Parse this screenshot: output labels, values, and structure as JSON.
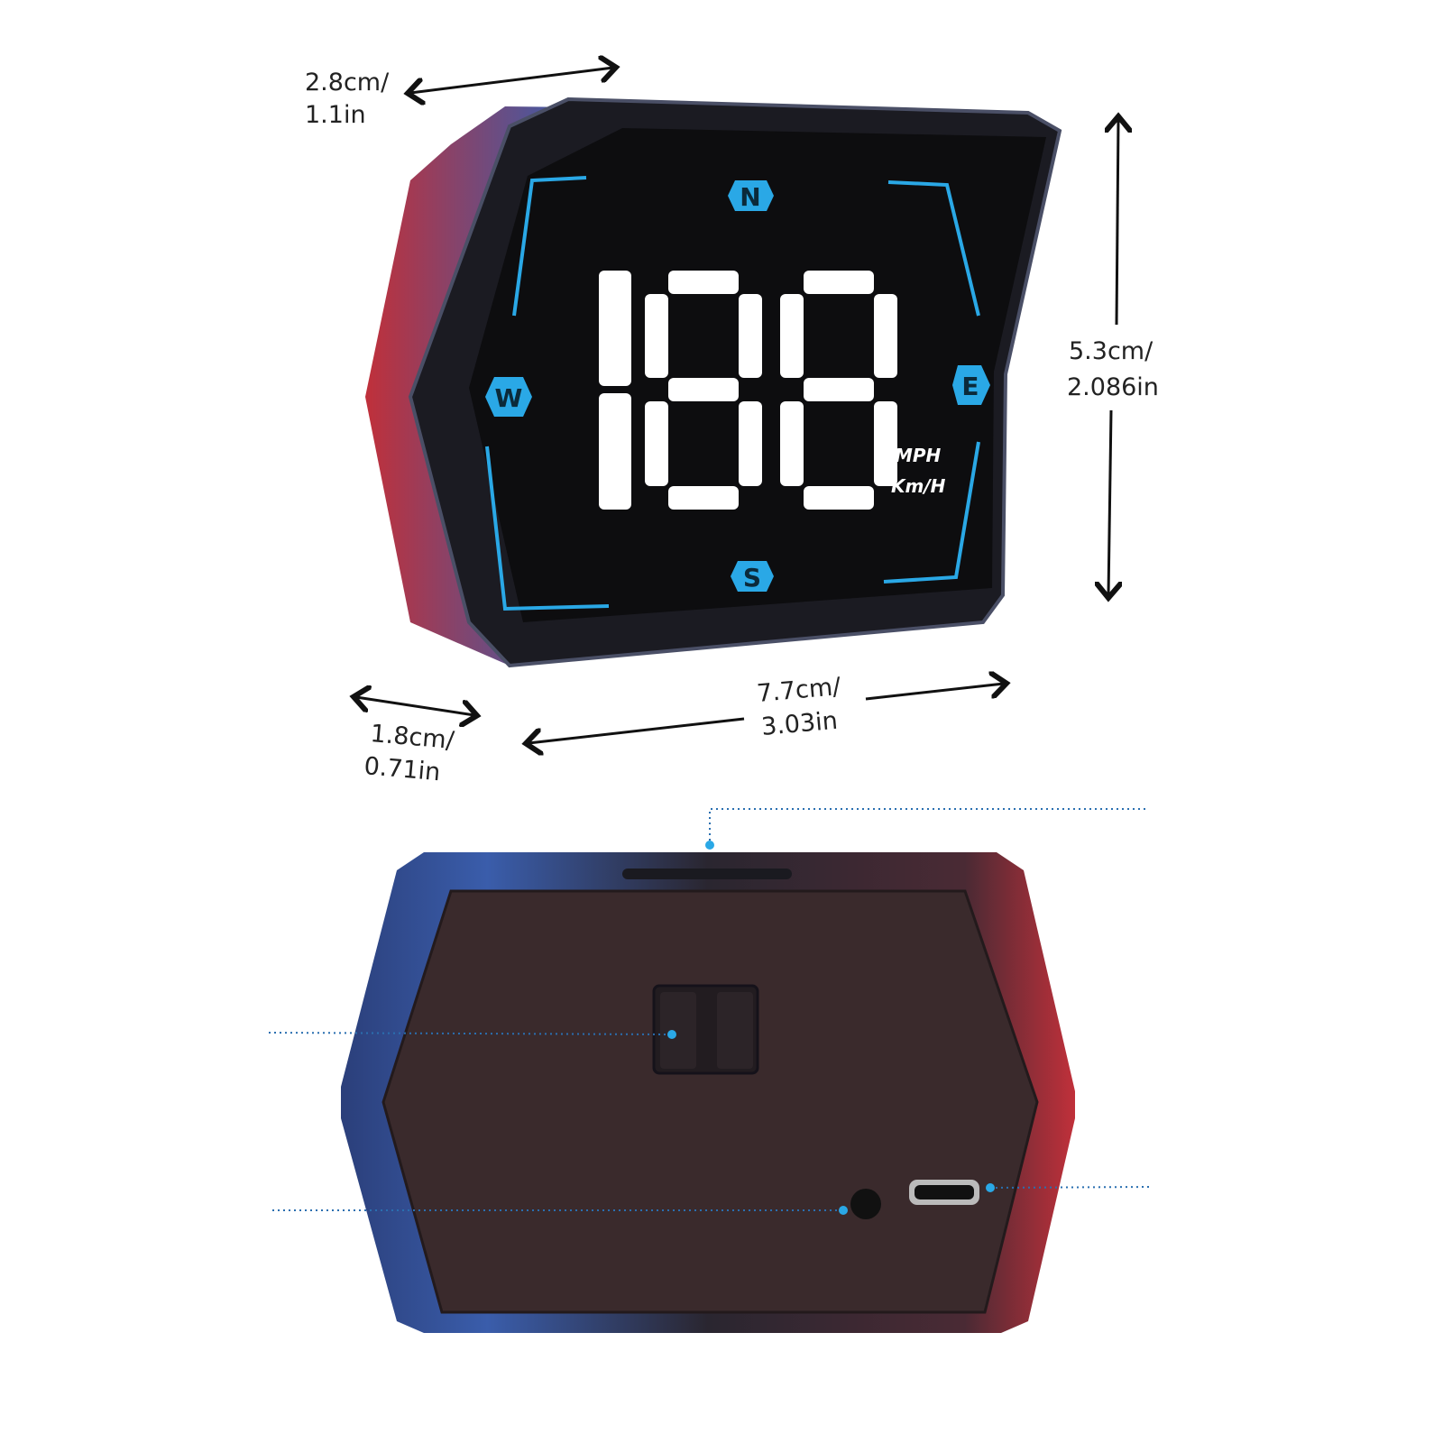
{
  "dimensions": {
    "depth_top": {
      "line1": "2.8cm/",
      "line2": "1.1in"
    },
    "height": {
      "line1": "5.3cm/",
      "line2": "2.086in"
    },
    "width": {
      "line1": "7.7cm/",
      "line2": "3.03in"
    },
    "depth_bottom": {
      "line1": "1.8cm/",
      "line2": "0.71in"
    }
  },
  "display": {
    "speed_digits": "188",
    "units": {
      "mph": "MPH",
      "kmh": "Km/H"
    },
    "compass": {
      "north": "N",
      "west": "W",
      "east": "E",
      "south": "S"
    }
  },
  "colors": {
    "accent_blue": "#2aa8e6",
    "screen": "#0d0d0f",
    "body_face": "#3a2a2c",
    "segment": "#ffffff"
  }
}
